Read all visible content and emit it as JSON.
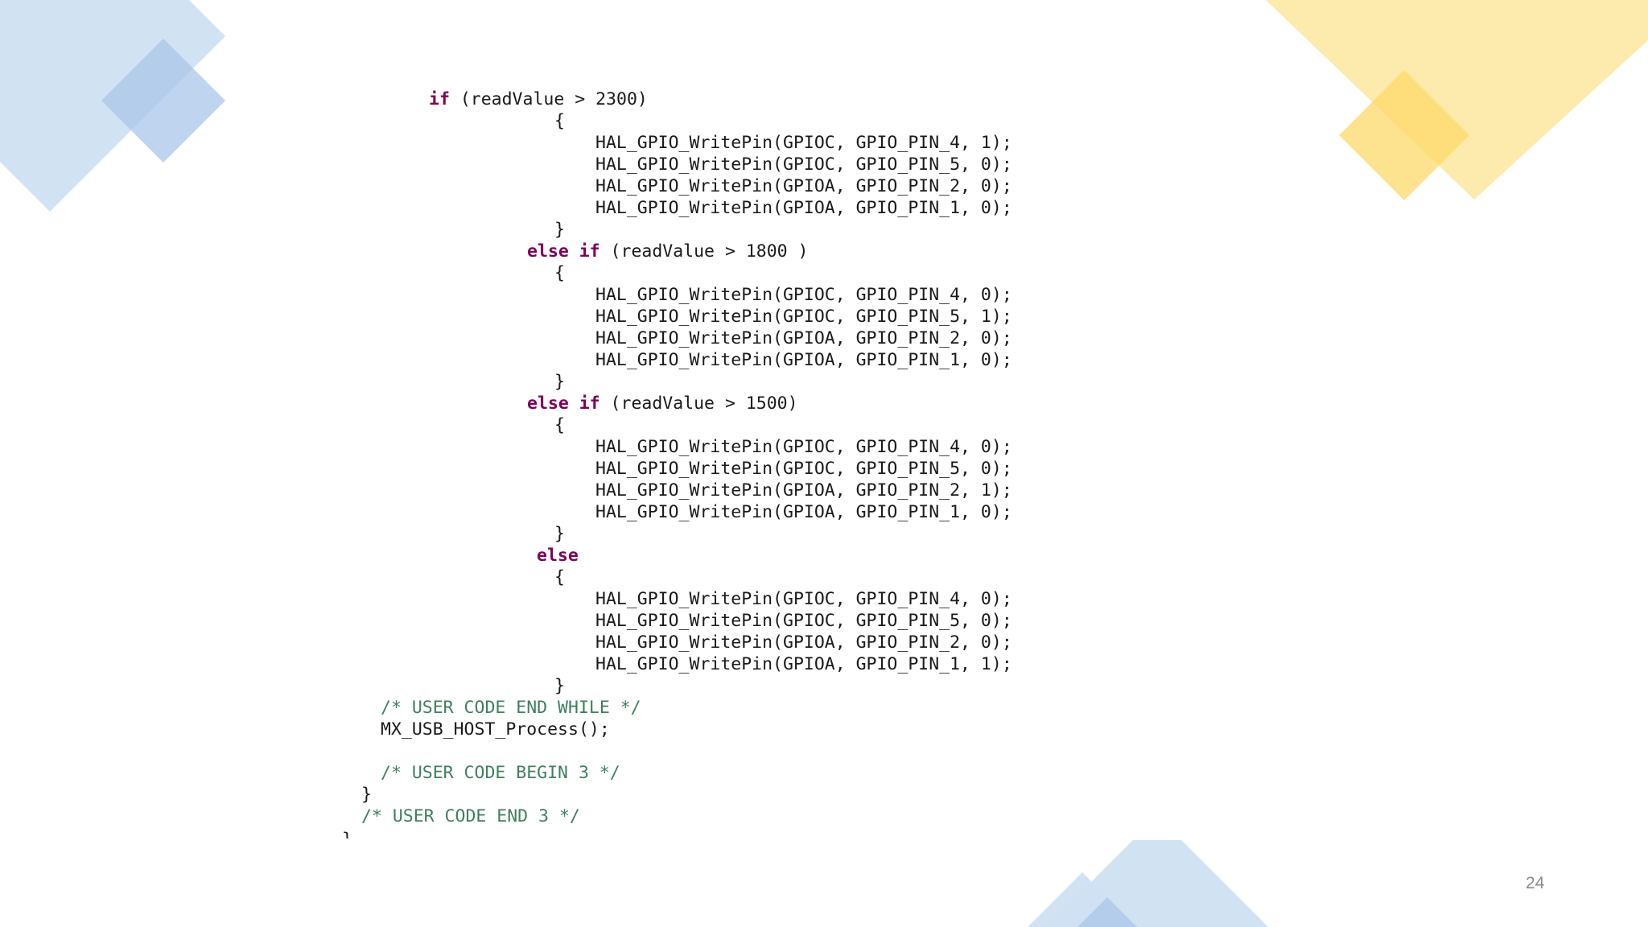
{
  "slide": {
    "page_number": "24",
    "accent_colors": {
      "blue_light": "#cfe0f2",
      "blue_mid": "#a9c6e8",
      "yellow_light": "#fde9a9",
      "yellow_mid": "#fcd96a",
      "keyword": "#7f0055",
      "comment": "#3f7f5f"
    }
  },
  "code": {
    "keywords": {
      "if": "if",
      "else_if": "else if",
      "else": "else"
    },
    "lines": {
      "cond1": " (readValue > 2300)",
      "cond2": " (readValue > 1800 )",
      "cond3": " (readValue > 1500)",
      "open_brace": "{",
      "close_brace": "}",
      "b1_l1": "HAL_GPIO_WritePin(GPIOC, GPIO_PIN_4, 1);",
      "b1_l2": "HAL_GPIO_WritePin(GPIOC, GPIO_PIN_5, 0);",
      "b1_l3": "HAL_GPIO_WritePin(GPIOA, GPIO_PIN_2, 0);",
      "b1_l4": "HAL_GPIO_WritePin(GPIOA, GPIO_PIN_1, 0);",
      "b2_l1": "HAL_GPIO_WritePin(GPIOC, GPIO_PIN_4, 0);",
      "b2_l2": "HAL_GPIO_WritePin(GPIOC, GPIO_PIN_5, 1);",
      "b2_l3": "HAL_GPIO_WritePin(GPIOA, GPIO_PIN_2, 0);",
      "b2_l4": "HAL_GPIO_WritePin(GPIOA, GPIO_PIN_1, 0);",
      "b3_l1": "HAL_GPIO_WritePin(GPIOC, GPIO_PIN_4, 0);",
      "b3_l2": "HAL_GPIO_WritePin(GPIOC, GPIO_PIN_5, 0);",
      "b3_l3": "HAL_GPIO_WritePin(GPIOA, GPIO_PIN_2, 1);",
      "b3_l4": "HAL_GPIO_WritePin(GPIOA, GPIO_PIN_1, 0);",
      "b4_l1": "HAL_GPIO_WritePin(GPIOC, GPIO_PIN_4, 0);",
      "b4_l2": "HAL_GPIO_WritePin(GPIOC, GPIO_PIN_5, 0);",
      "b4_l3": "HAL_GPIO_WritePin(GPIOA, GPIO_PIN_2, 0);",
      "b4_l4": "HAL_GPIO_WritePin(GPIOA, GPIO_PIN_1, 1);",
      "comment_end_while": "/* USER CODE END WHILE */",
      "usb_process": "MX_USB_HOST_Process();",
      "comment_begin3": "/* USER CODE BEGIN 3 */",
      "comment_end3": "/* USER CODE END 3 */"
    }
  }
}
